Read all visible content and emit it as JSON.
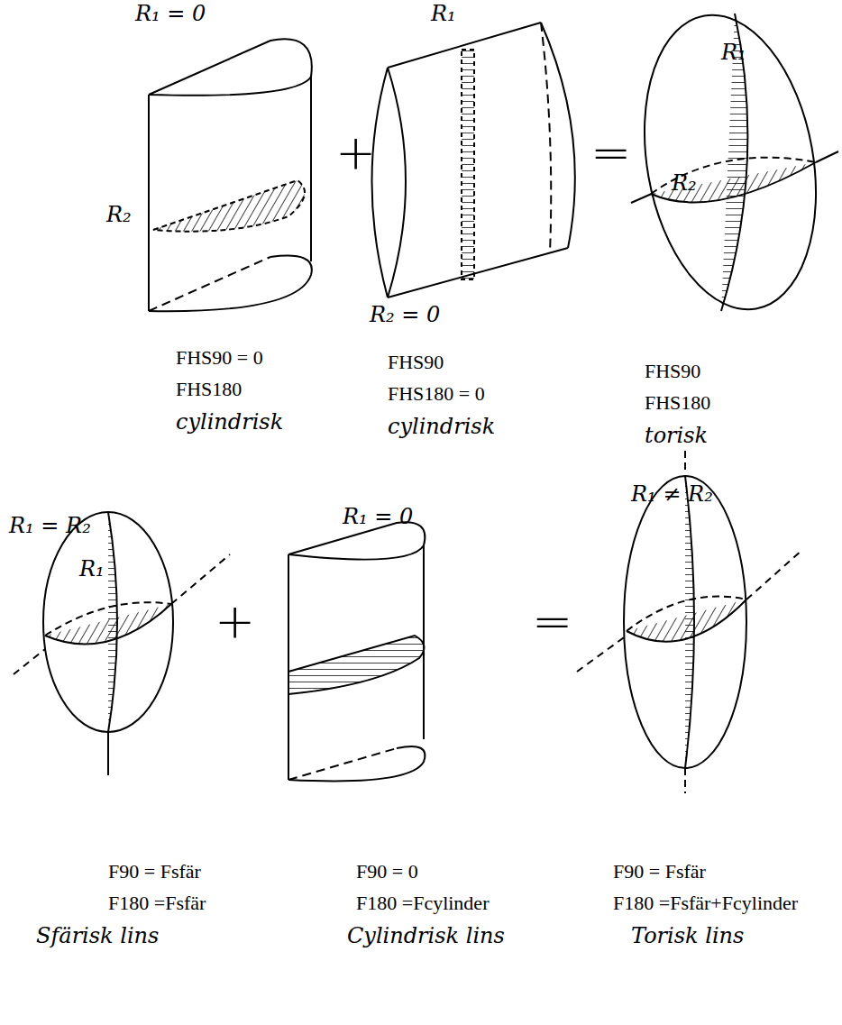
{
  "diagram": {
    "labels": [
      "R₁ = 0",
      "R₂",
      "+",
      "R₁",
      "R₂ = 0",
      "=",
      "R₁",
      "R₂",
      "FHS90 = 0",
      "FHS180",
      "cylindrisk",
      "FHS90",
      "FHS180 = 0",
      "cylindrisk",
      "FHS90",
      "FHS180",
      "torisk",
      "R₁ = R₂",
      "R₁",
      "+",
      "R₁ = 0",
      "=",
      "R₁ ≠ R₂",
      "F90 = Fsfär",
      "F180 =Fsfär",
      "Sfärisk lins",
      "F90 = 0",
      "F180 =Fcylinder",
      "Cylindrisk lins",
      "F90 = Fsfär",
      "F180 =Fsfär+Fcylinder",
      "Torisk lins"
    ]
  }
}
